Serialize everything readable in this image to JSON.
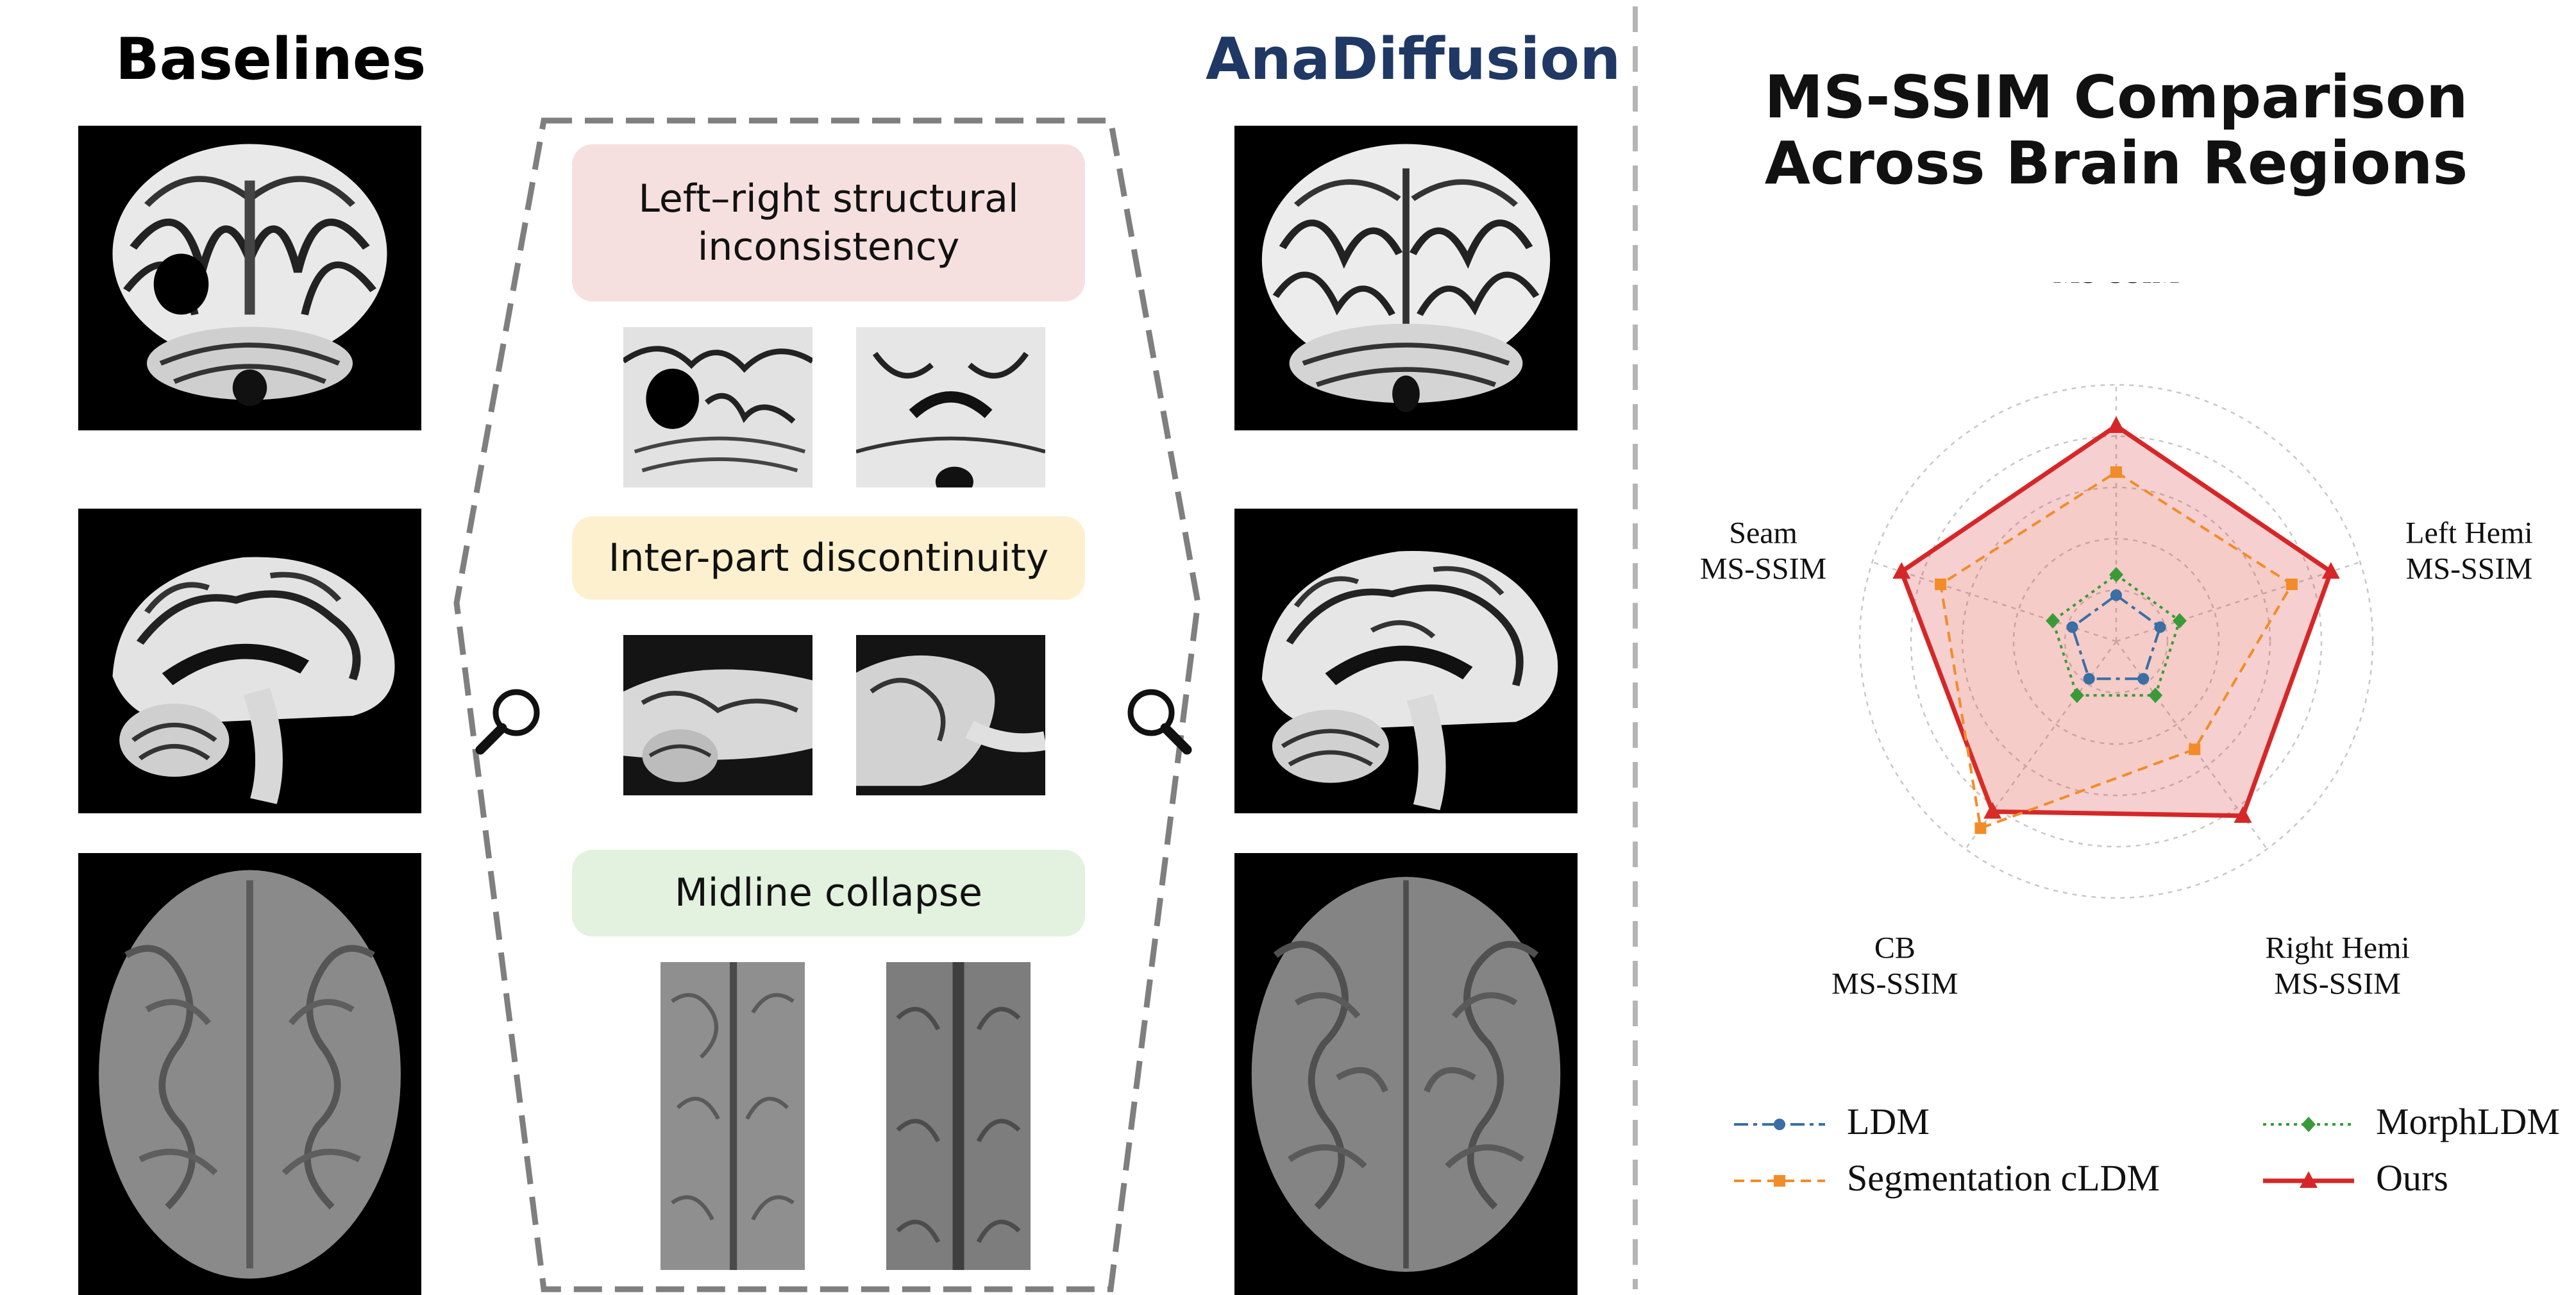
{
  "headings": {
    "baselines": "Baselines",
    "anadiffusion": "AnaDiffusion"
  },
  "callouts": [
    {
      "text": "Left–right structural inconsistency",
      "bg": "#f6e0df"
    },
    {
      "text": "Inter-part discontinuity",
      "bg": "#fdf0cf"
    },
    {
      "text": "Midline collapse",
      "bg": "#e3f1df"
    }
  ],
  "colors": {
    "anadiffusion_title": "#1f3864",
    "dash_border": "#7f7f7f",
    "divider": "#b5b5b5"
  },
  "icons": {
    "left_magnifier": "magnifier-icon",
    "right_magnifier": "magnifier-icon"
  },
  "chart_data": {
    "type": "radar",
    "title": "MS-SSIM Comparison Across Brain Regions",
    "axes": [
      "WB\nMS-SSIM",
      "Left Hemi\nMS-SSIM",
      "Right Hemi\nMS-SSIM",
      "CB\nMS-SSIM",
      "Seam\nMS-SSIM"
    ],
    "range": [
      0,
      1
    ],
    "grid": true,
    "grid_rings": 5,
    "legend_position": "bottom",
    "series": [
      {
        "name": "LDM",
        "values": [
          0.18,
          0.18,
          0.18,
          0.18,
          0.18
        ],
        "color": "#3a6ea5",
        "dash": "22 8 6 8",
        "marker": "circle",
        "width": 4
      },
      {
        "name": "Segmentation cLDM",
        "values": [
          0.66,
          0.72,
          0.52,
          0.9,
          0.72
        ],
        "color": "#f28c28",
        "dash": "16 10",
        "marker": "square",
        "width": 4
      },
      {
        "name": "MorphLDM",
        "values": [
          0.26,
          0.26,
          0.26,
          0.26,
          0.26
        ],
        "color": "#3a9a3a",
        "dash": "5 7",
        "marker": "diamond",
        "width": 4
      },
      {
        "name": "Ours",
        "values": [
          0.84,
          0.88,
          0.84,
          0.82,
          0.88
        ],
        "color": "#d62728",
        "dash": "",
        "marker": "triangle",
        "width": 7
      }
    ]
  }
}
